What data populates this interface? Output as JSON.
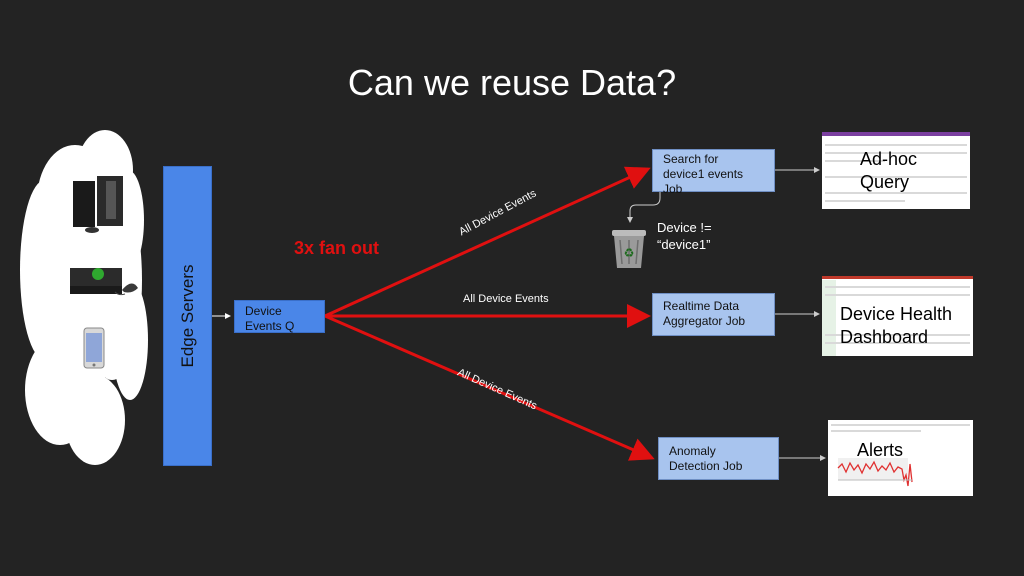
{
  "title": "Can we reuse Data?",
  "edge_servers": "Edge Servers",
  "queue": {
    "line1": "Device",
    "line2": "Events Q"
  },
  "fanout": "3x fan out",
  "edge_labels": {
    "top": "All Device Events",
    "middle": "All Device Events",
    "bottom": "All Device Events"
  },
  "jobs": {
    "search": {
      "line1": "Search for",
      "line2": "device1 events",
      "line3": "Job"
    },
    "realtime": {
      "line1": "Realtime Data",
      "line2": "Aggregator Job"
    },
    "anomaly": {
      "line1": "Anomaly",
      "line2": "Detection Job"
    }
  },
  "filter": {
    "line1": "Device !=",
    "line2": "“device1”"
  },
  "outputs": {
    "adhoc": {
      "line1": "Ad-hoc",
      "line2": "Query"
    },
    "dashboard": {
      "line1": "Device Health",
      "line2": "Dashboard"
    },
    "alerts": "Alerts"
  },
  "colors": {
    "background": "#232323",
    "box_light": "#a8c4ee",
    "box_blue": "#4a86e8",
    "fanout_red": "#e01010"
  },
  "icons": [
    "cloud",
    "game-console-icon",
    "xbox-console-icon",
    "smartphone-icon",
    "trash-bin-icon"
  ]
}
